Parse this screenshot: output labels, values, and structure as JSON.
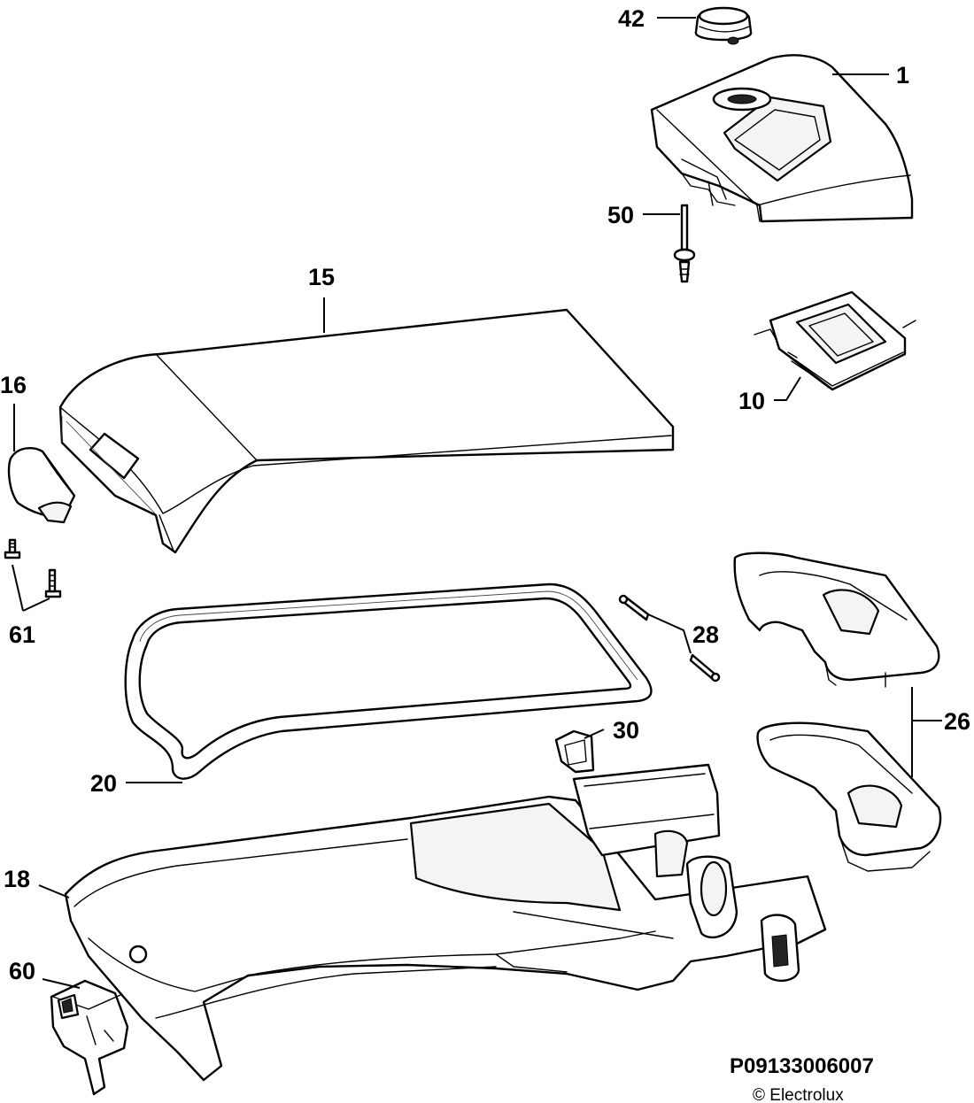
{
  "diagram": {
    "labels": {
      "p1": "1",
      "p10": "10",
      "p15": "15",
      "p16": "16",
      "p18": "18",
      "p20": "20",
      "p26": "26",
      "p28": "28",
      "p30": "30",
      "p42": "42",
      "p50": "50",
      "p60": "60",
      "p61": "61"
    },
    "drawing_code": "P09133006007",
    "copyright": "© Electrolux"
  }
}
